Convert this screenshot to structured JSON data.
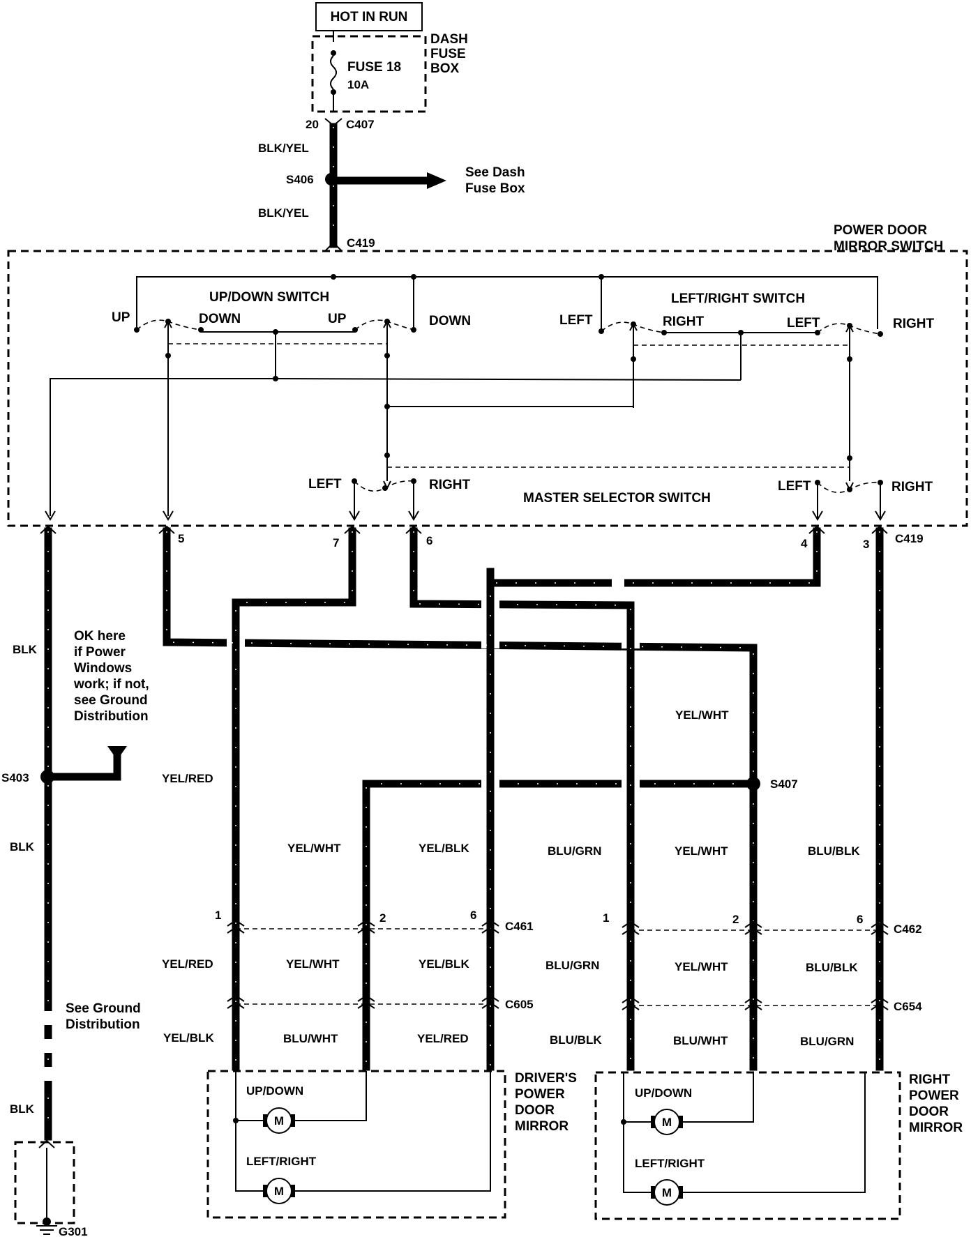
{
  "header": {
    "source_label": "HOT IN RUN"
  },
  "fuse_box": {
    "name": "DASH\nFUSE\nBOX",
    "fuse_name": "FUSE 18",
    "fuse_rating": "10A"
  },
  "connectors": {
    "c407": "C407",
    "c407_pin": "20",
    "c419": "C419",
    "c419_pins": [
      "5",
      "7",
      "6",
      "4",
      "3"
    ],
    "c461": "C461",
    "c462": "C462",
    "c605": "C605",
    "c654": "C654",
    "c461_pins": [
      "1",
      "2",
      "6"
    ],
    "c462_pins": [
      "1",
      "2",
      "6"
    ]
  },
  "splices": {
    "s406": "S406",
    "s403": "S403",
    "s407": "S407"
  },
  "ground": {
    "g301": "G301"
  },
  "notes": {
    "see_dash_fuse_box": "See Dash\nFuse Box",
    "ok_here": "OK here\nif Power\nWindows\nwork; if not,\nsee Ground\nDistribution",
    "see_ground": "See Ground\nDistribution"
  },
  "switch_box": {
    "name": "POWER DOOR\nMIRROR SWITCH",
    "updown_title": "UP/DOWN SWITCH",
    "leftright_title": "LEFT/RIGHT SWITCH",
    "master_title": "MASTER SELECTOR SWITCH",
    "up": "UP",
    "down": "DOWN",
    "left": "LEFT",
    "right": "RIGHT"
  },
  "wires": {
    "blk_yel": "BLK/YEL",
    "blk": "BLK",
    "yel_red": "YEL/RED",
    "yel_wht": "YEL/WHT",
    "yel_blk": "YEL/BLK",
    "blu_grn": "BLU/GRN",
    "blu_blk": "BLU/BLK",
    "blu_wht": "BLU/WHT"
  },
  "mirrors": {
    "driver": "DRIVER'S\nPOWER\nDOOR\nMIRROR",
    "right": "RIGHT\nPOWER\nDOOR\nMIRROR",
    "updown": "UP/DOWN",
    "leftright": "LEFT/RIGHT",
    "motor": "M"
  },
  "colors": {
    "ink": "#000000",
    "paper": "#ffffff"
  }
}
